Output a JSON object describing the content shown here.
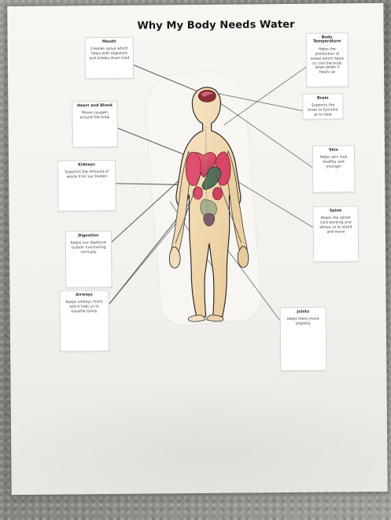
{
  "poster": {
    "title": "Why My Body Needs Water"
  },
  "labels": {
    "mouth": {
      "title": "Mouth",
      "description": "Creates saliva which helps with digestion and breaks down food"
    },
    "body_temperature": {
      "title": "Body Temperature",
      "description": "Helps the production of sweat which helps to cool the body down when it heats up"
    },
    "heart_blood": {
      "title": "Heart and Blood",
      "description": "Moves oxygen around the body"
    },
    "brain": {
      "title": "Brain",
      "description": "Supports the brain to function at its best"
    },
    "kidneys": {
      "title": "Kidneys",
      "description": "Supports the removal of waste from our bodies"
    },
    "skin": {
      "title": "Skin",
      "description": "Helps skin look healthy and younger"
    },
    "digestion": {
      "title": "Digestion",
      "description": "Keeps our digestive system functioning normally"
    },
    "spine": {
      "title": "Spine",
      "description": "Keeps the spinal cord working and allows us to stand and move"
    },
    "airways": {
      "title": "Airways",
      "description": "Keeps airways moist which help us to breathe easily"
    },
    "joints": {
      "title": "Joints",
      "description": "Helps them move properly"
    }
  },
  "colors": {
    "paper": "#f4f4f0",
    "skin_fill": "#f1ddb5",
    "organ_red": "#d94158",
    "organ_dark": "#8e1f30",
    "line": "#3b3b3b"
  },
  "figure": {
    "organs": [
      "brain",
      "heart",
      "lungs",
      "kidneys",
      "stomach",
      "spine"
    ]
  }
}
